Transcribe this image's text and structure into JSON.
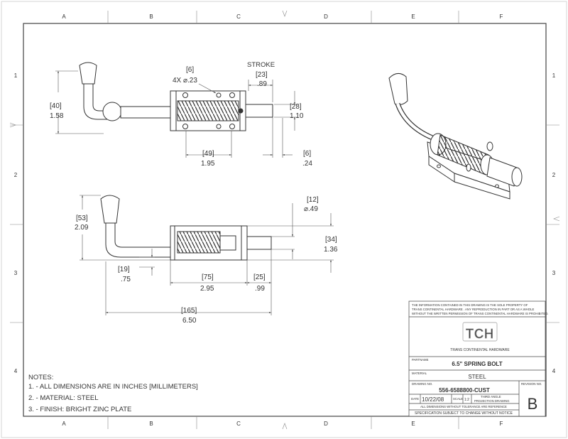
{
  "zones": {
    "cols": [
      "A",
      "B",
      "C",
      "D",
      "E",
      "F"
    ],
    "rows": [
      "1",
      "2",
      "3",
      "4"
    ]
  },
  "top_view": {
    "stroke_label": "STROKE",
    "hole_callout_mm": "[6]",
    "hole_callout_in": "4X ⌀.23",
    "stroke_mm": "[23]",
    "stroke_in": ".89",
    "height_mm": "[40]",
    "height_in": "1.58",
    "plate_h_mm": "[28]",
    "plate_h_in": "1.10",
    "hole_spacing_mm": "[49]",
    "hole_spacing_in": "1.95",
    "pin_offset_mm": "[6]",
    "pin_offset_in": ".24"
  },
  "front_view": {
    "pin_dia_mm": "[12]",
    "pin_dia_in": "⌀.49",
    "total_h_mm": "[53]",
    "total_h_in": "2.09",
    "body_h_mm": "[34]",
    "body_h_in": "1.36",
    "handle_off_mm": "[19]",
    "handle_off_in": ".75",
    "body_len_mm": "[75]",
    "body_len_in": "2.95",
    "pin_len_mm": "[25]",
    "pin_len_in": ".99",
    "overall_mm": "[165]",
    "overall_in": "6.50"
  },
  "notes": {
    "title": "NOTES:",
    "items": [
      "1. - ALL DIMENSIONS ARE IN INCHES [MILLIMETERS]",
      "2. - MATERIAL: STEEL",
      "3. - FINISH: BRIGHT ZINC PLATE"
    ]
  },
  "title_block": {
    "disclaimer": [
      "THE INFORMATION CONTAINED IN THIS DRAWING IS THE SOLE PROPERTY OF",
      "TRANS CONTINENTAL HARDWARE . ANY REPRODUCTION IN PART OR AS A WHOLE",
      "WITHOUT THE WRITTEN PERMISSION OF TRANS CONTINENTAL HARDWARE IS PROHIBITED."
    ],
    "logo_text": "TCH",
    "company": "TRANS CONTINENTAL HARDWARE",
    "partname_label": "PARTNAME",
    "partname": "6.5\" SPRING BOLT",
    "material_label": "MATERIAL",
    "material": "STEEL",
    "drawing_no_label": "DRAWING NO.",
    "drawing_no": "556-6588800-CUST",
    "revision_label": "REVISION NO.",
    "revision": "B",
    "date_label": "DATE",
    "date": "10/22/08",
    "scale_label": "SCALE",
    "scale": "1:2",
    "projection": [
      "THIRD ANGLE",
      "PROJECTION DRAWING"
    ],
    "tolerance_note": "ALL DIMENSIONS WITHOUT TOLERANCE ARE REFERENCE",
    "spec_note": "SPECIFICATION SUBJECT TO CHANGE WITHOUT NOTICE"
  }
}
